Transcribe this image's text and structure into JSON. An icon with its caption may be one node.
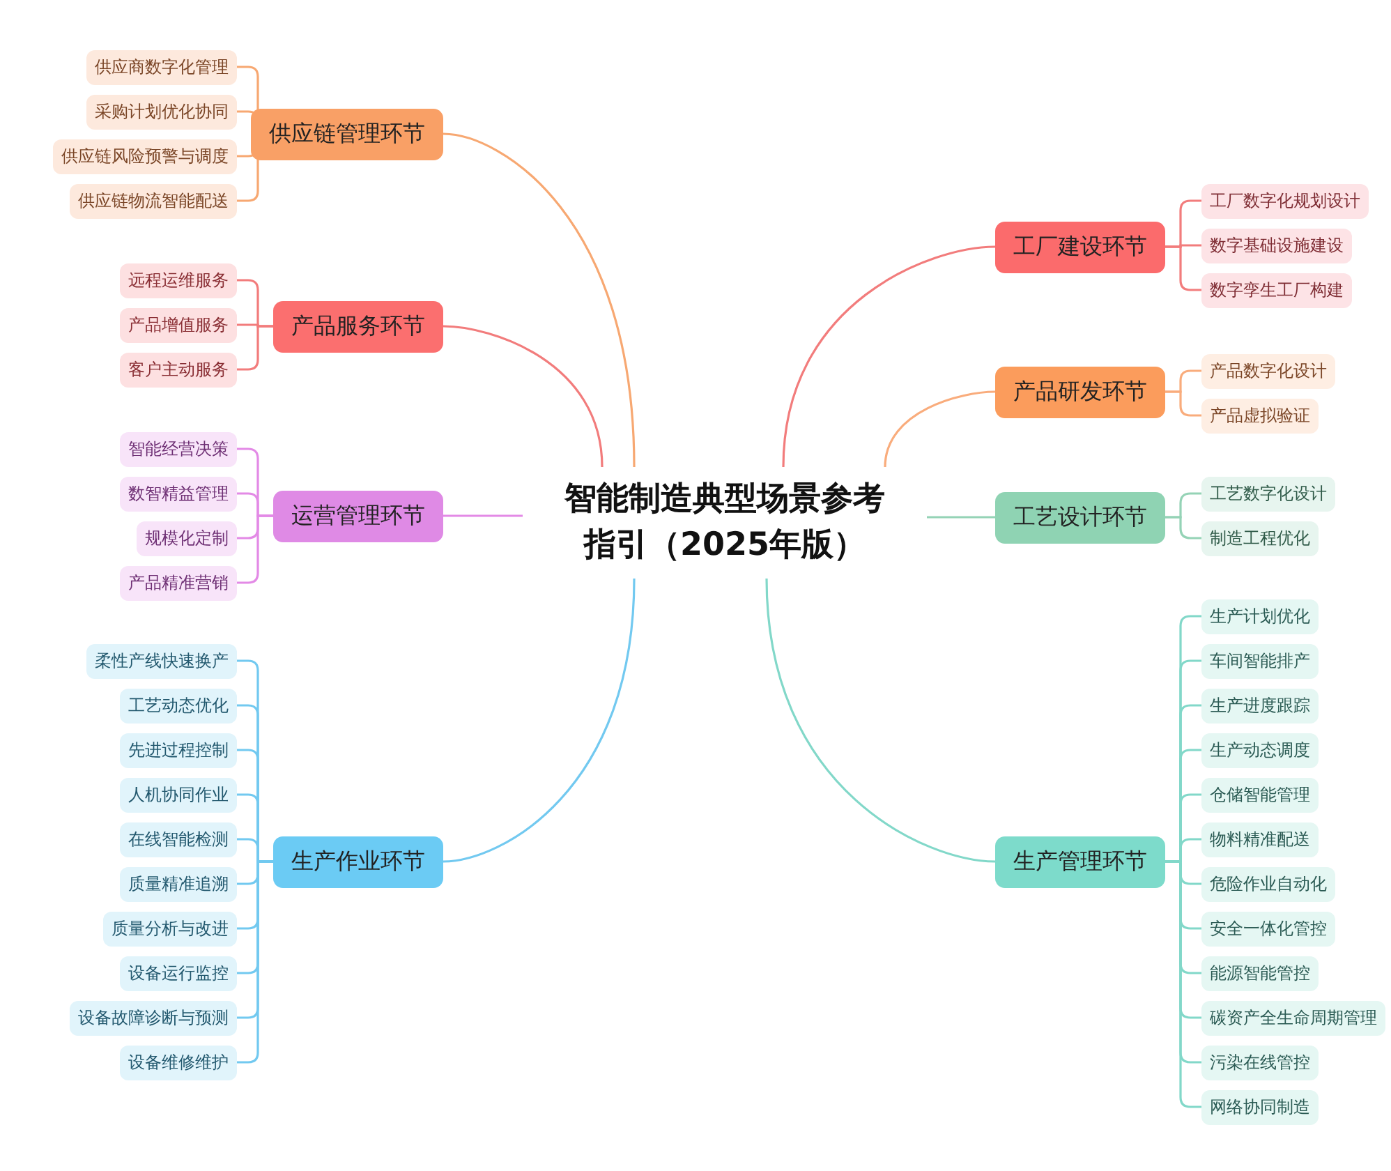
{
  "diagram": {
    "nodes": [
      {
        "text": [
          "智能制造典型场景参考指引（2025年版）"
        ]
      },
      {
        "text": [
          "供应链管理环节"
        ]
      },
      {
        "text": [
          "供应商数字化管理"
        ]
      },
      {
        "text": [
          "采购计划优化协同"
        ]
      },
      {
        "text": [
          "供应链风险预警与调度"
        ]
      },
      {
        "text": [
          "供应链物流智能配送"
        ]
      },
      {
        "text": [
          "产品服务环节"
        ]
      },
      {
        "text": [
          "远程运维服务"
        ]
      },
      {
        "text": [
          "产品增值服务"
        ]
      },
      {
        "text": [
          "客户主动服务"
        ]
      },
      {
        "text": [
          "运营管理环节"
        ]
      },
      {
        "text": [
          "智能经营决策"
        ]
      },
      {
        "text": [
          "数智精益管理"
        ]
      },
      {
        "text": [
          "规模化定制"
        ]
      },
      {
        "text": [
          "产品精准营销"
        ]
      },
      {
        "text": [
          "生产作业环节"
        ]
      },
      {
        "text": [
          "柔性产线快速换产"
        ]
      },
      {
        "text": [
          "工艺动态优化"
        ]
      },
      {
        "text": [
          "先进过程控制"
        ]
      },
      {
        "text": [
          "人机协同作业"
        ]
      },
      {
        "text": [
          "在线智能检测"
        ]
      },
      {
        "text": [
          "质量精准追溯"
        ]
      },
      {
        "text": [
          "质量分析与改进"
        ]
      },
      {
        "text": [
          "设备运行监控"
        ]
      },
      {
        "text": [
          "设备故障诊断与预测"
        ]
      },
      {
        "text": [
          "设备维修维护"
        ]
      },
      {
        "text": [
          "工厂建设环节"
        ]
      },
      {
        "text": [
          "工厂数字化规划设计"
        ]
      },
      {
        "text": [
          "数字基础设施建设"
        ]
      },
      {
        "text": [
          "数字孪生工厂构建"
        ]
      },
      {
        "text": [
          "产品研发环节"
        ]
      },
      {
        "text": [
          "产品数字化设计"
        ]
      },
      {
        "text": [
          "产品虚拟验证"
        ]
      },
      {
        "text": [
          "工艺设计环节"
        ]
      },
      {
        "text": [
          "工艺数字化设计"
        ]
      },
      {
        "text": [
          "制造工程优化"
        ]
      },
      {
        "text": [
          "生产管理环节"
        ]
      },
      {
        "text": [
          "生产计划优化"
        ]
      },
      {
        "text": [
          "车间智能排产"
        ]
      },
      {
        "text": [
          "生产进度跟踪"
        ]
      },
      {
        "text": [
          "生产动态调度"
        ]
      },
      {
        "text": [
          "仓储智能管理"
        ]
      },
      {
        "text": [
          "物料精准配送"
        ]
      },
      {
        "text": [
          "危险作业自动化"
        ]
      },
      {
        "text": [
          "安全一体化管控"
        ]
      },
      {
        "text": [
          "能源智能管控"
        ]
      },
      {
        "text": [
          "碳资产全生命周期管理"
        ]
      },
      {
        "text": [
          "污染在线管控"
        ]
      },
      {
        "text": [
          "网络协同制造"
        ]
      }
    ],
    "edges": [
      {
        "from": 0,
        "to": 1,
        "arrow": "none",
        "color": "#f7a872"
      },
      {
        "from": 1,
        "to": 2,
        "arrow": "none",
        "color": "#f7a872"
      },
      {
        "from": 1,
        "to": 3,
        "arrow": "none",
        "color": "#f7a872"
      },
      {
        "from": 1,
        "to": 4,
        "arrow": "none",
        "color": "#f7a872"
      },
      {
        "from": 1,
        "to": 5,
        "arrow": "none",
        "color": "#f7a872"
      },
      {
        "from": 0,
        "to": 6,
        "arrow": "none",
        "color": "#f27c7c"
      },
      {
        "from": 6,
        "to": 7,
        "arrow": "none",
        "color": "#f27c7c"
      },
      {
        "from": 6,
        "to": 8,
        "arrow": "none",
        "color": "#f27c7c"
      },
      {
        "from": 6,
        "to": 9,
        "arrow": "none",
        "color": "#f27c7c"
      },
      {
        "from": 0,
        "to": 10,
        "arrow": "none",
        "color": "#e38ae6"
      },
      {
        "from": 10,
        "to": 11,
        "arrow": "none",
        "color": "#e38ae6"
      },
      {
        "from": 10,
        "to": 12,
        "arrow": "none",
        "color": "#e38ae6"
      },
      {
        "from": 10,
        "to": 13,
        "arrow": "none",
        "color": "#e38ae6"
      },
      {
        "from": 10,
        "to": 14,
        "arrow": "none",
        "color": "#e38ae6"
      },
      {
        "from": 0,
        "to": 15,
        "arrow": "none",
        "color": "#72c9f0"
      },
      {
        "from": 15,
        "to": 16,
        "arrow": "none",
        "color": "#72c9f0"
      },
      {
        "from": 15,
        "to": 17,
        "arrow": "none",
        "color": "#72c9f0"
      },
      {
        "from": 15,
        "to": 18,
        "arrow": "none",
        "color": "#72c9f0"
      },
      {
        "from": 15,
        "to": 19,
        "arrow": "none",
        "color": "#72c9f0"
      },
      {
        "from": 15,
        "to": 20,
        "arrow": "none",
        "color": "#72c9f0"
      },
      {
        "from": 15,
        "to": 21,
        "arrow": "none",
        "color": "#72c9f0"
      },
      {
        "from": 15,
        "to": 22,
        "arrow": "none",
        "color": "#72c9f0"
      },
      {
        "from": 15,
        "to": 23,
        "arrow": "none",
        "color": "#72c9f0"
      },
      {
        "from": 15,
        "to": 24,
        "arrow": "none",
        "color": "#72c9f0"
      },
      {
        "from": 15,
        "to": 25,
        "arrow": "none",
        "color": "#72c9f0"
      },
      {
        "from": 0,
        "to": 26,
        "arrow": "none",
        "color": "#f27c7c"
      },
      {
        "from": 26,
        "to": 27,
        "arrow": "none",
        "color": "#f27c7c"
      },
      {
        "from": 26,
        "to": 28,
        "arrow": "none",
        "color": "#f27c7c"
      },
      {
        "from": 26,
        "to": 29,
        "arrow": "none",
        "color": "#f27c7c"
      },
      {
        "from": 0,
        "to": 30,
        "arrow": "none",
        "color": "#f9ac7c"
      },
      {
        "from": 30,
        "to": 31,
        "arrow": "none",
        "color": "#f9ac7c"
      },
      {
        "from": 30,
        "to": 32,
        "arrow": "none",
        "color": "#f9ac7c"
      },
      {
        "from": 0,
        "to": 33,
        "arrow": "none",
        "color": "#95d3b6"
      },
      {
        "from": 33,
        "to": 34,
        "arrow": "none",
        "color": "#95d3b6"
      },
      {
        "from": 33,
        "to": 35,
        "arrow": "none",
        "color": "#95d3b6"
      },
      {
        "from": 0,
        "to": 36,
        "arrow": "none",
        "color": "#82d8c9"
      },
      {
        "from": 36,
        "to": 37,
        "arrow": "none",
        "color": "#82d8c9"
      },
      {
        "from": 36,
        "to": 38,
        "arrow": "none",
        "color": "#82d8c9"
      },
      {
        "from": 36,
        "to": 39,
        "arrow": "none",
        "color": "#82d8c9"
      },
      {
        "from": 36,
        "to": 40,
        "arrow": "none",
        "color": "#82d8c9"
      },
      {
        "from": 36,
        "to": 41,
        "arrow": "none",
        "color": "#82d8c9"
      },
      {
        "from": 36,
        "to": 42,
        "arrow": "none",
        "color": "#82d8c9"
      },
      {
        "from": 36,
        "to": 43,
        "arrow": "none",
        "color": "#82d8c9"
      },
      {
        "from": 36,
        "to": 44,
        "arrow": "none",
        "color": "#82d8c9"
      },
      {
        "from": 36,
        "to": 45,
        "arrow": "none",
        "color": "#82d8c9"
      },
      {
        "from": 36,
        "to": 46,
        "arrow": "none",
        "color": "#82d8c9"
      },
      {
        "from": 36,
        "to": 47,
        "arrow": "none",
        "color": "#82d8c9"
      },
      {
        "from": 36,
        "to": 48,
        "arrow": "none",
        "color": "#82d8c9"
      }
    ]
  }
}
